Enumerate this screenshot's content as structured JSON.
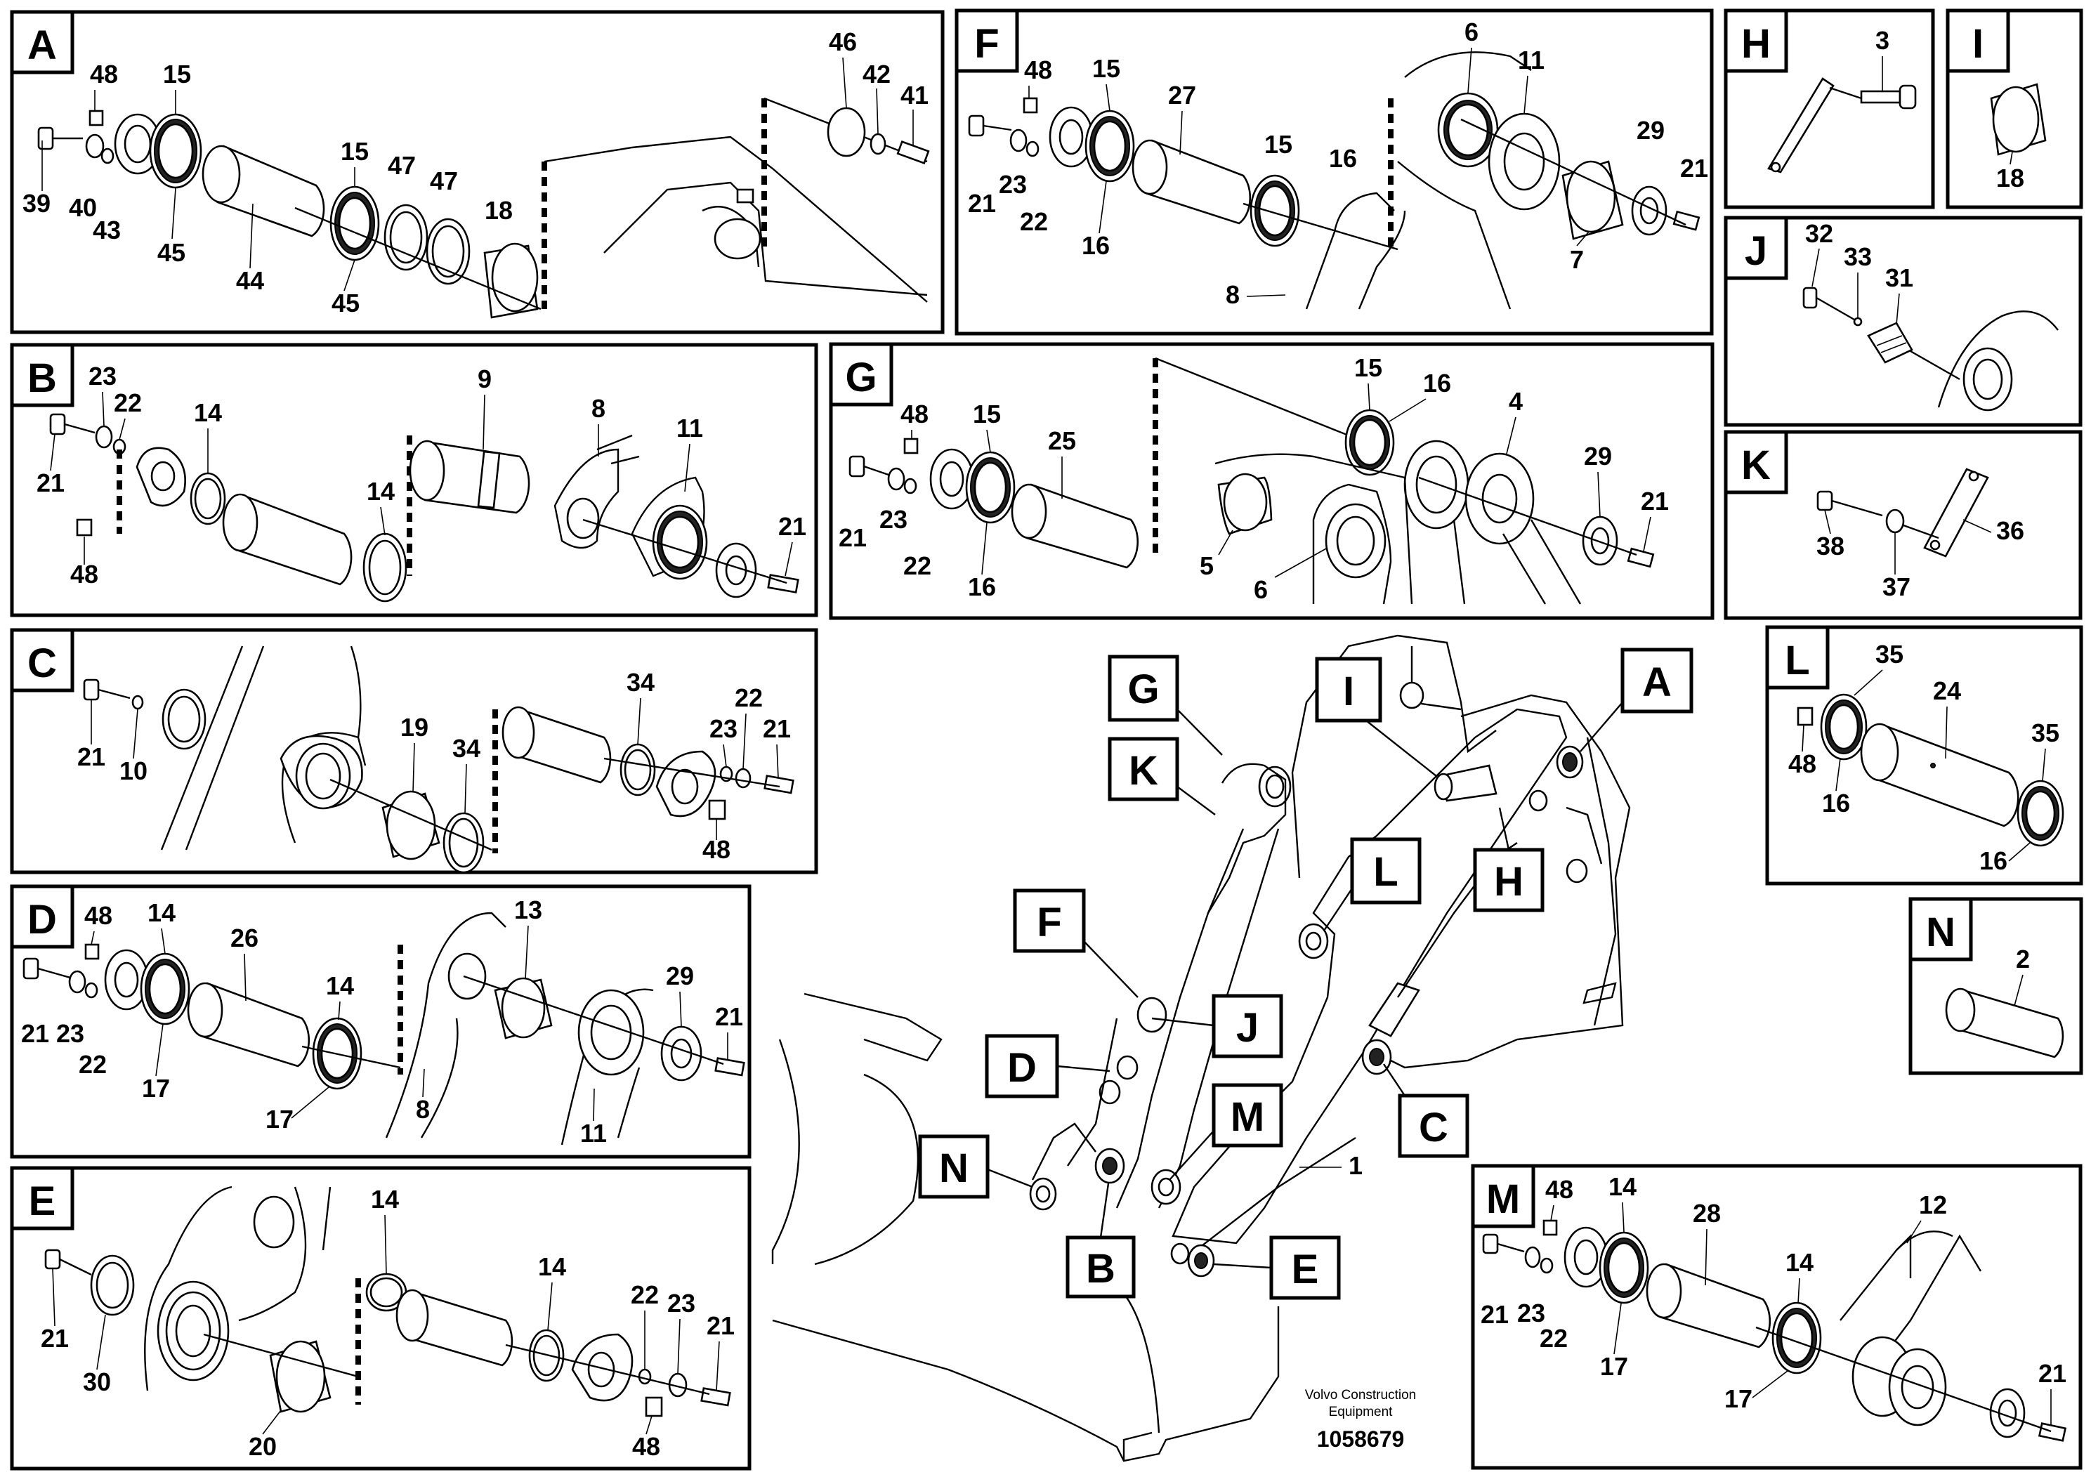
{
  "diagram": {
    "publisher_lines": [
      "Volvo Construction",
      "Equipment"
    ],
    "drawing_number": "1058679",
    "panels": [
      {
        "letter": "A",
        "callouts": [
          "48",
          "15",
          "46",
          "42",
          "41",
          "39",
          "40",
          "43",
          "45",
          "44",
          "15",
          "47",
          "47",
          "18",
          "45"
        ]
      },
      {
        "letter": "F",
        "callouts": [
          "48",
          "15",
          "27",
          "6",
          "11",
          "15",
          "16",
          "29",
          "21",
          "21",
          "23",
          "22",
          "16",
          "7",
          "8"
        ]
      },
      {
        "letter": "H",
        "callouts": [
          "3"
        ]
      },
      {
        "letter": "I",
        "callouts": [
          "18"
        ]
      },
      {
        "letter": "J",
        "callouts": [
          "32",
          "33",
          "31"
        ]
      },
      {
        "letter": "B",
        "callouts": [
          "23",
          "22",
          "14",
          "9",
          "8",
          "11",
          "21",
          "14",
          "21",
          "48"
        ]
      },
      {
        "letter": "G",
        "callouts": [
          "48",
          "15",
          "25",
          "15",
          "16",
          "4",
          "29",
          "21",
          "21",
          "23",
          "22",
          "16",
          "5",
          "6"
        ]
      },
      {
        "letter": "K",
        "callouts": [
          "38",
          "37",
          "36"
        ]
      },
      {
        "letter": "C",
        "callouts": [
          "21",
          "10",
          "19",
          "34",
          "34",
          "22",
          "23",
          "21",
          "48"
        ]
      },
      {
        "letter": "L",
        "callouts": [
          "35",
          "24",
          "35",
          "48",
          "16",
          "16"
        ]
      },
      {
        "letter": "D",
        "callouts": [
          "48",
          "14",
          "26",
          "13",
          "14",
          "29",
          "21",
          "21",
          "23",
          "22",
          "17",
          "17",
          "8",
          "11"
        ]
      },
      {
        "letter": "N",
        "callouts": [
          "2"
        ]
      },
      {
        "letter": "E",
        "callouts": [
          "14",
          "14",
          "22",
          "23",
          "21",
          "21",
          "30",
          "20",
          "48"
        ]
      },
      {
        "letter": "M",
        "callouts": [
          "48",
          "14",
          "28",
          "12",
          "14",
          "21",
          "21",
          "23",
          "22",
          "17",
          "17"
        ]
      }
    ],
    "machine": {
      "part_number": "1",
      "location_tags": [
        "G",
        "I",
        "A",
        "K",
        "H",
        "L",
        "F",
        "J",
        "D",
        "C",
        "M",
        "N",
        "B",
        "E"
      ]
    }
  }
}
